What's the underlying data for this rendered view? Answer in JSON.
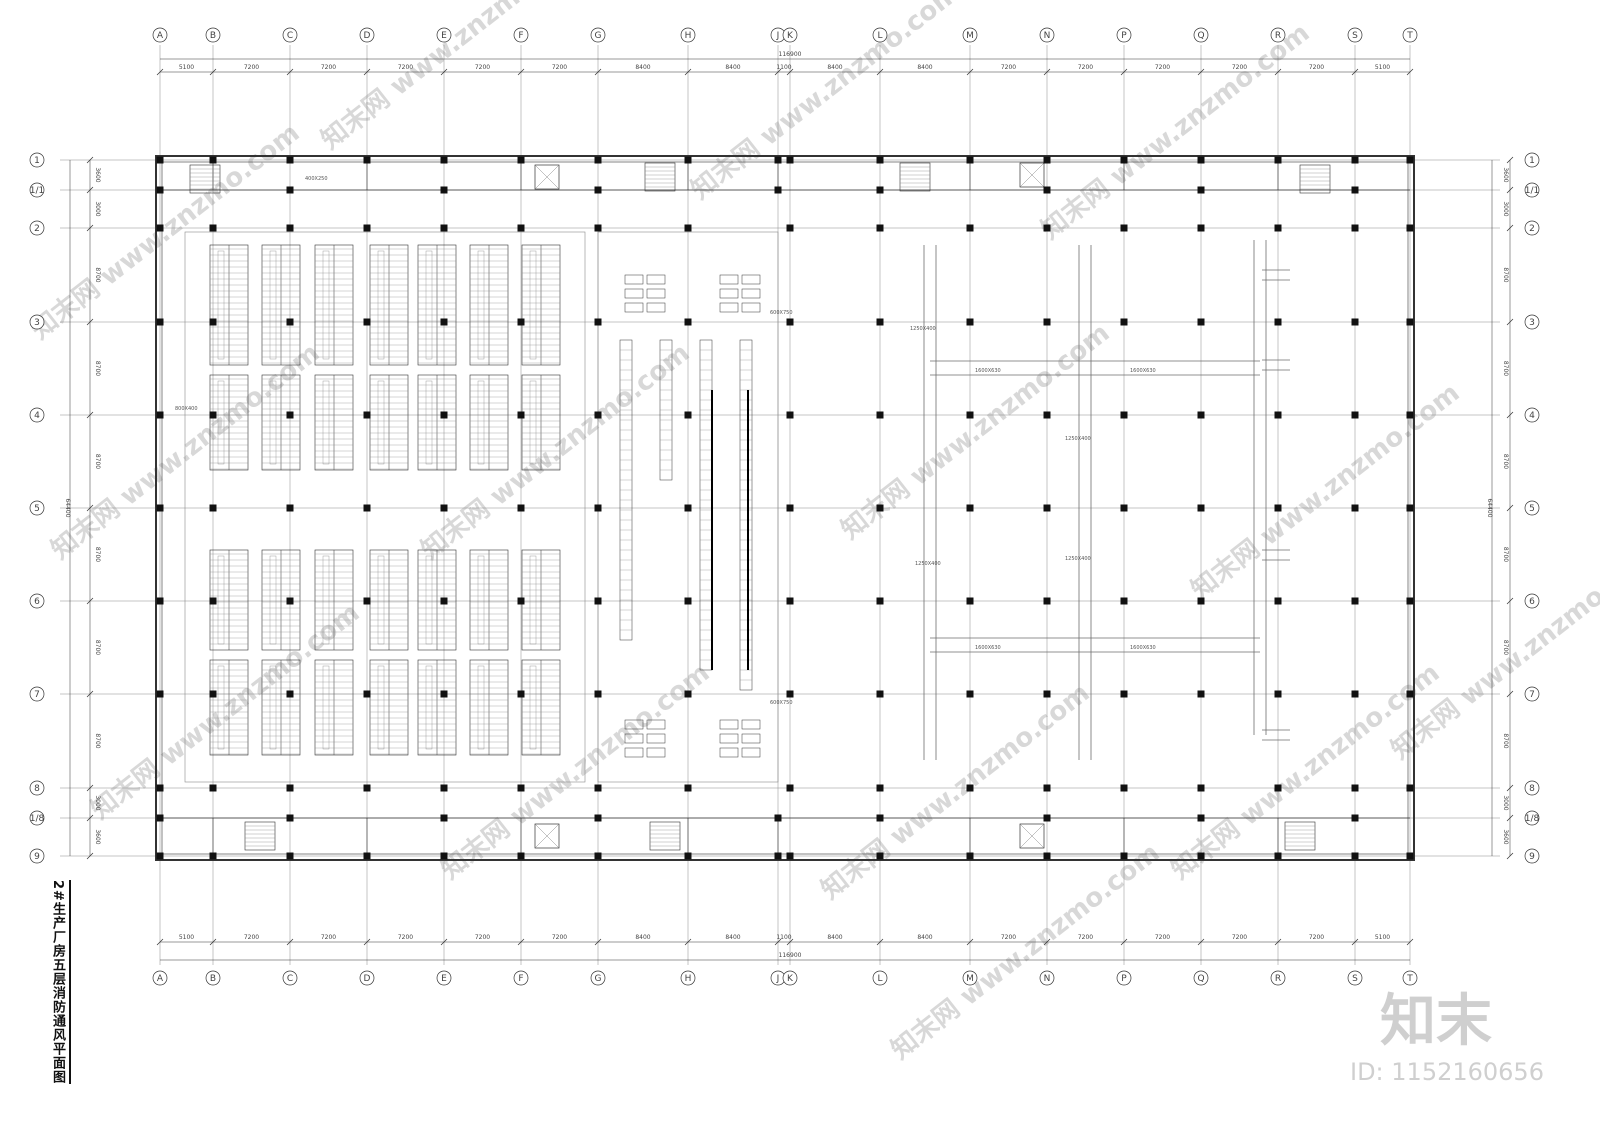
{
  "title": "2#生产厂房五层消防通风平面图",
  "brand": {
    "logo_text": "知末",
    "id_text": "ID: 1152160656",
    "watermark": "知末网 www.znzmo.com"
  },
  "overall_dim": "116900",
  "overall_dim_vertical": "64400",
  "col_labels": [
    "A",
    "B",
    "C",
    "D",
    "E",
    "F",
    "G",
    "H",
    "J",
    "K",
    "L",
    "M",
    "N",
    "P",
    "Q",
    "R",
    "S",
    "T"
  ],
  "col_spacings": [
    "5100",
    "7200",
    "7200",
    "7200",
    "7200",
    "7200",
    "8400",
    "8400",
    "1100",
    "8400",
    "8400",
    "7200",
    "7200",
    "7200",
    "7200",
    "7200",
    "5100"
  ],
  "row_labels": [
    "1",
    "1/1",
    "2",
    "3",
    "4",
    "5",
    "6",
    "7",
    "8",
    "1/8",
    "9"
  ],
  "row_spacings": [
    "3600",
    "3000",
    "8700",
    "8700",
    "8700",
    "8700",
    "8700",
    "8700",
    "3000",
    "3600"
  ],
  "duct_labels": [
    "1600X630",
    "1600X630",
    "1600X630",
    "1600X630",
    "1250X400",
    "1250X400",
    "1250X400",
    "1250X400",
    "800X400",
    "600X750",
    "600X750",
    "400X250"
  ],
  "colors": {
    "line": "#333333",
    "thin": "#8a8a8a",
    "column": "#111111",
    "duct": "#6e6e6e",
    "watermark": "#d8d8d8"
  }
}
